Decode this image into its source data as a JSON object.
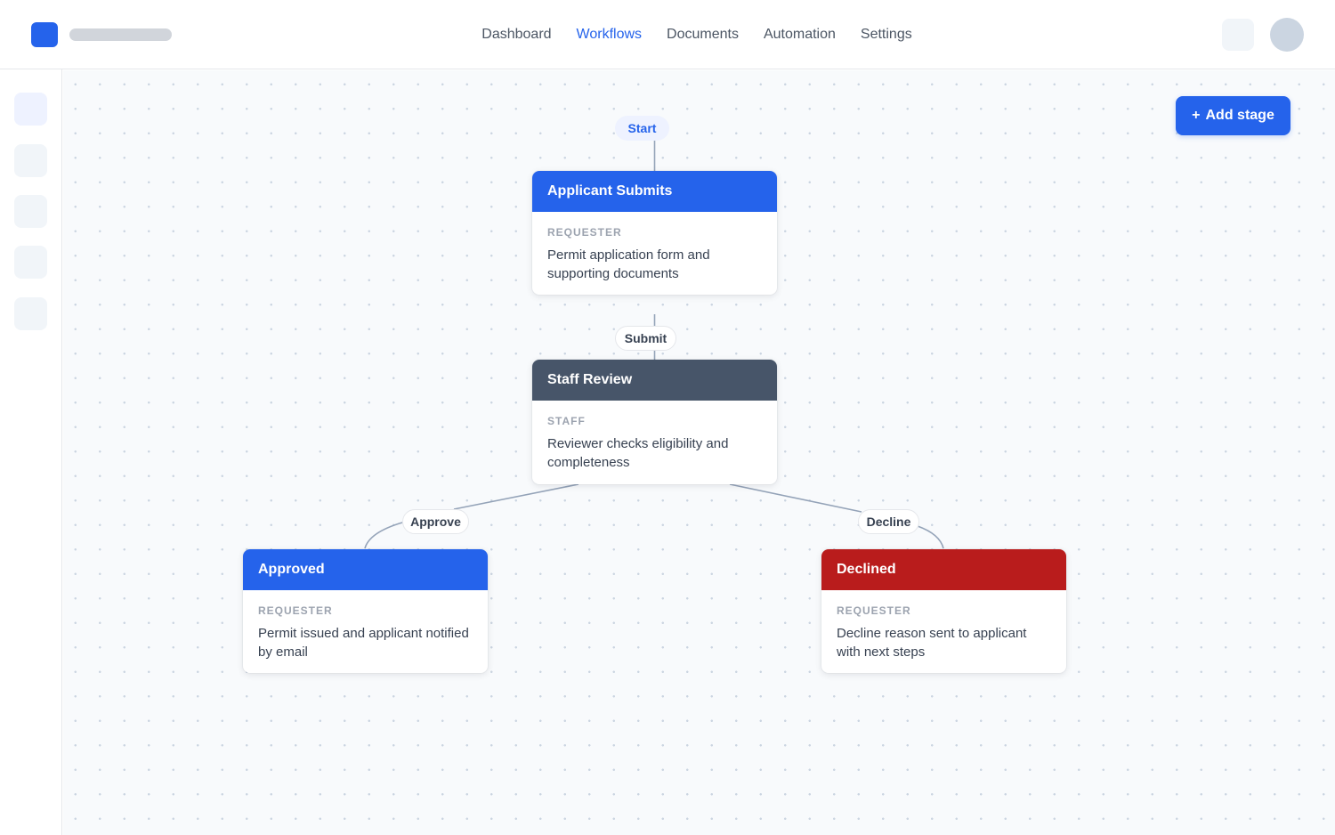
{
  "nav": {
    "items": [
      "Dashboard",
      "Workflows",
      "Documents",
      "Automation",
      "Settings"
    ],
    "active": "Workflows"
  },
  "toolbar": {
    "add_stage_icon": "+",
    "add_stage_label": "Add stage"
  },
  "flow": {
    "start_label": "Start",
    "edges": {
      "submit": "Submit",
      "approve": "Approve",
      "decline": "Decline"
    },
    "nodes": {
      "applicant": {
        "title": "Applicant Submits",
        "role": "REQUESTER",
        "description": "Permit application form and supporting documents",
        "color": "#2563eb"
      },
      "review": {
        "title": "Staff Review",
        "role": "STAFF",
        "description": "Reviewer checks eligibility and completeness",
        "color": "#475569"
      },
      "approved": {
        "title": "Approved",
        "role": "REQUESTER",
        "description": "Permit issued and applicant notified by email",
        "color": "#2563eb"
      },
      "declined": {
        "title": "Declined",
        "role": "REQUESTER",
        "description": "Decline reason sent to applicant with next steps",
        "color": "#b91c1c"
      }
    }
  },
  "colors": {
    "accent": "#2563eb",
    "connector": "#94a3b8"
  }
}
